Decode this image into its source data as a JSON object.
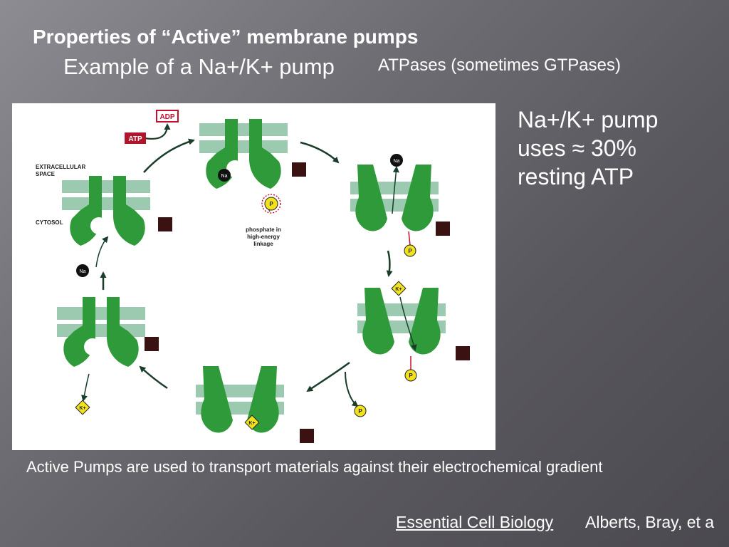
{
  "slide": {
    "title": "Properties of “Active” membrane pumps",
    "subtitle": "Example of a Na+/K+ pump",
    "atpases": "ATPases (sometimes GTPases)",
    "side_note": [
      "Na+/K+ pump",
      "uses ≈ 30%",
      "resting ATP"
    ],
    "caption": "Active Pumps are used to transport materials against their electrochemical gradient",
    "reference_book": "Essential Cell Biology",
    "reference_authors": "Alberts, Bray, et a"
  },
  "diagram": {
    "labels": {
      "adp": "ADP",
      "atp": "ATP",
      "extracellular": [
        "EXTRACELLULAR",
        "SPACE"
      ],
      "cytosol": "CYTOSOL",
      "phosphate_note": [
        "phosphate in",
        "high-energy",
        "linkage"
      ],
      "na": "Na",
      "k": "K+",
      "p": "P"
    },
    "colors": {
      "pump": "#2f9a3a",
      "pump_dark": "#1f6e28",
      "membrane": "#9ccab0",
      "arrow": "#1a3d2a",
      "ion_na": "#111111",
      "ion_k": "#f2e21c",
      "phosphate": "#f2e21c",
      "adp_box": "#c8102e",
      "atp_box": "#b0152b",
      "step_marker": "#3a1212"
    }
  }
}
